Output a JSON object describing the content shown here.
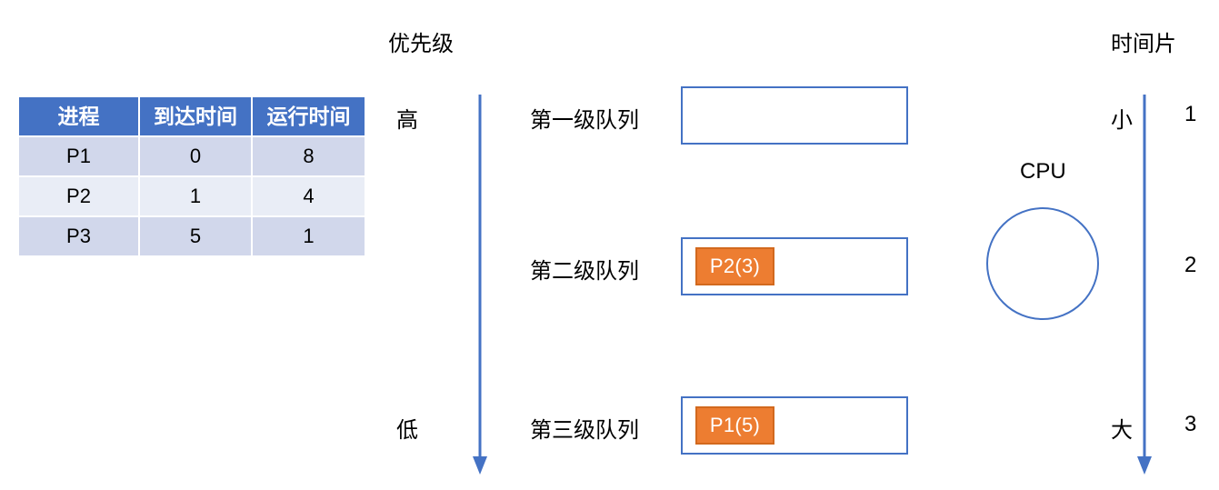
{
  "table": {
    "headers": [
      "进程",
      "到达时间",
      "运行时间"
    ],
    "rows": [
      [
        "P1",
        "0",
        "8"
      ],
      [
        "P2",
        "1",
        "4"
      ],
      [
        "P3",
        "5",
        "1"
      ]
    ]
  },
  "priority": {
    "title": "优先级",
    "high": "高",
    "low": "低"
  },
  "queues": [
    {
      "label": "第一级队列",
      "job": null
    },
    {
      "label": "第二级队列",
      "job": "P2(3)"
    },
    {
      "label": "第三级队列",
      "job": "P1(5)"
    }
  ],
  "cpu": {
    "label": "CPU"
  },
  "timeslice": {
    "title": "时间片",
    "small": "小",
    "large": "大",
    "values": [
      "1",
      "2",
      "3"
    ]
  },
  "colors": {
    "header_blue": "#4472C4",
    "row_dark": "#D1D7EB",
    "row_light": "#E9EDF6",
    "job_orange": "#ED7D31",
    "job_border": "#D2691E",
    "arrow_blue": "#4472C4"
  }
}
